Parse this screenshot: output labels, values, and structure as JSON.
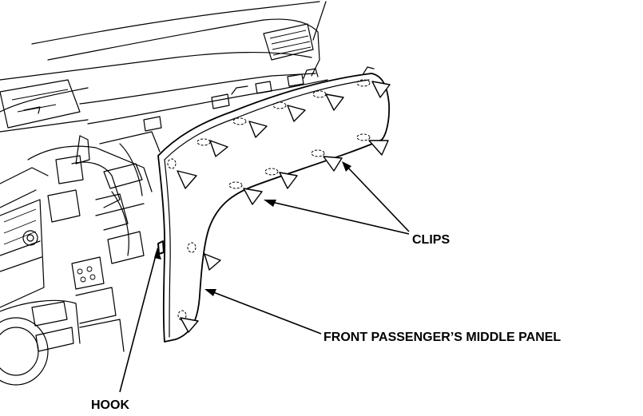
{
  "labels": {
    "clips": "CLIPS",
    "panel": "FRONT PASSENGER’S MIDDLE PANEL",
    "hook": "HOOK"
  },
  "colors": {
    "line": "#000000",
    "background": "#ffffff"
  }
}
